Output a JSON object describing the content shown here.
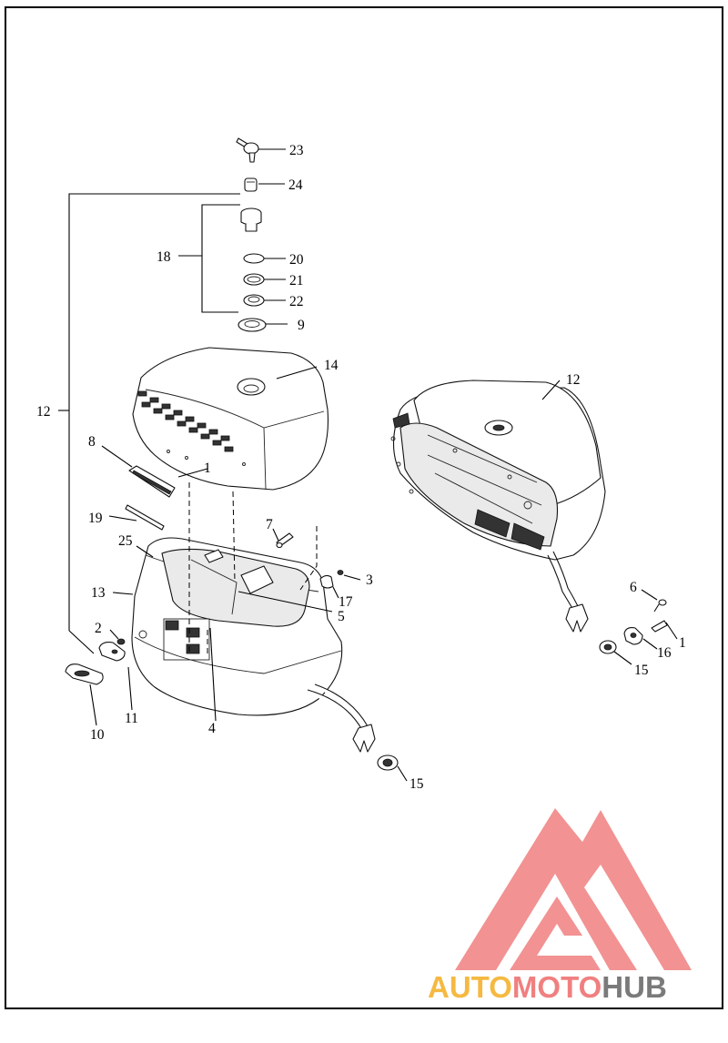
{
  "diagram": {
    "callouts": {
      "c23": "23",
      "c24": "24",
      "c18": "18",
      "c20": "20",
      "c21": "21",
      "c22": "22",
      "c9": "9",
      "c14": "14",
      "c12_left": "12",
      "c12_right": "12",
      "c8": "8",
      "c1_lid": "1",
      "c19": "19",
      "c7": "7",
      "c25": "25",
      "c3": "3",
      "c13": "13",
      "c17": "17",
      "c5": "5",
      "c2": "2",
      "c4": "4",
      "c10": "10",
      "c11": "11",
      "c15_bottom": "15",
      "c6": "6",
      "c1_right": "1",
      "c16": "16",
      "c15_right": "15"
    }
  },
  "watermark": {
    "part1": "AUTO",
    "part2": "MOTO",
    "part3": "HUB",
    "colors": {
      "logo": "#f08080",
      "auto": "#f5b942",
      "moto": "#f08080",
      "hub": "#7a7a7a"
    }
  }
}
